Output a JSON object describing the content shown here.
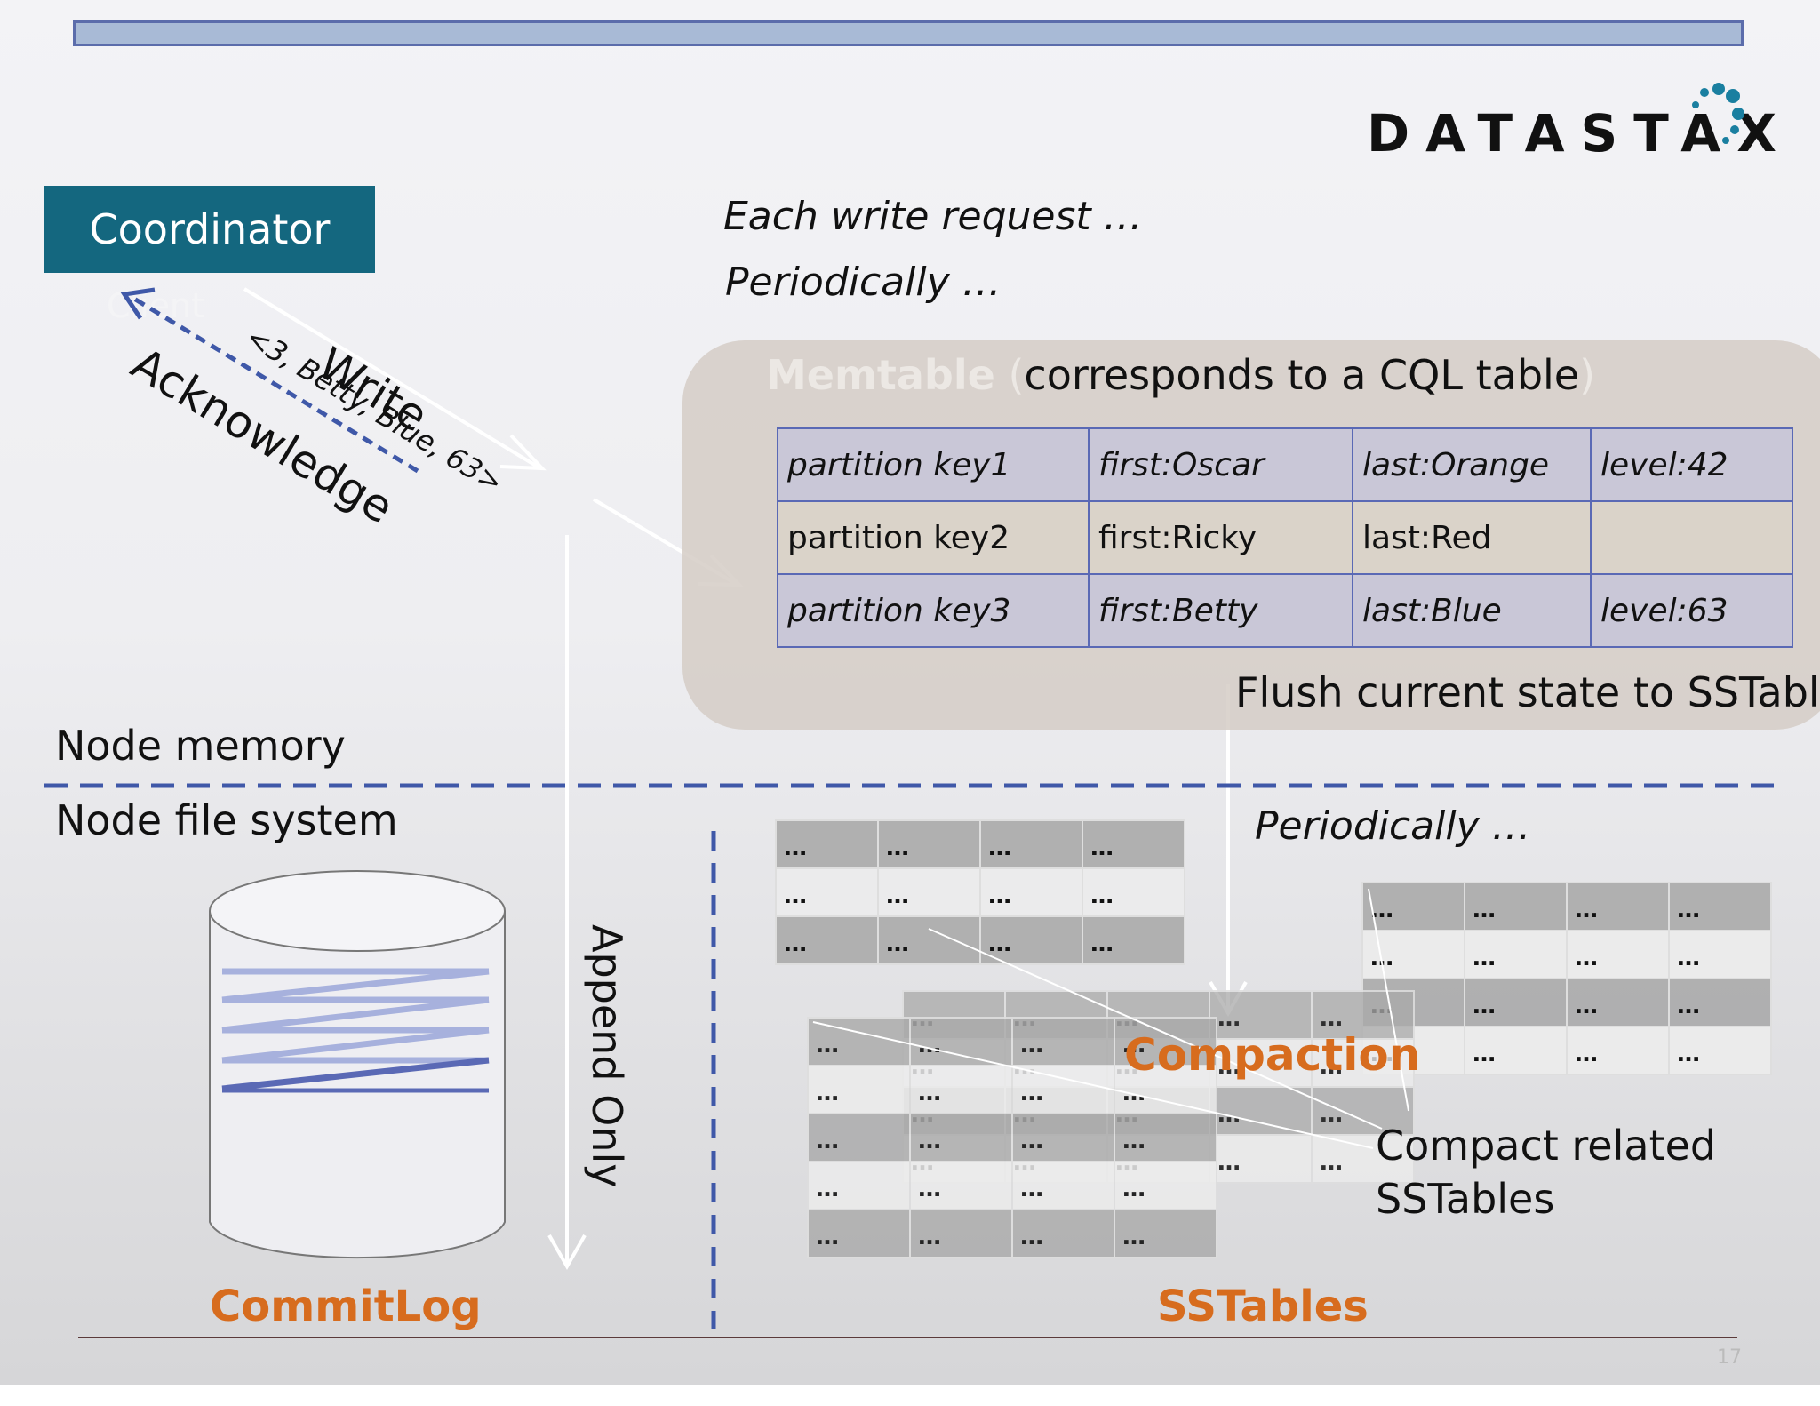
{
  "header": {
    "logo_text": "DATASTAX"
  },
  "coordinator": {
    "label": "Coordinator"
  },
  "client": {
    "label": "Client"
  },
  "arrows": {
    "write": "Write",
    "write_payload": "<3, Betty, Blue, 63>",
    "acknowledge": "Acknowledge",
    "append_only": "Append Only"
  },
  "notes": {
    "each_write": "Each write request …",
    "periodically_top": "Periodically …",
    "periodically_bottom": "Periodically …",
    "flush": "Flush current state to SSTable",
    "compact_related_line1": "Compact related",
    "compact_related_line2": "SSTables",
    "compaction": "Compaction"
  },
  "memtable": {
    "title_ghost": "Memtable",
    "open_paren": "(",
    "title": "corresponds to a CQL table",
    "close_paren": ")",
    "rows": [
      [
        "partition key1",
        "first:Oscar",
        "last:Orange",
        "level:42"
      ],
      [
        "partition key2",
        "first:Ricky",
        "last:Red",
        ""
      ],
      [
        "partition key3",
        "first:Betty",
        "last:Blue",
        "level:63"
      ]
    ]
  },
  "regions": {
    "memory": "Node memory",
    "file_system": "Node file system"
  },
  "labels": {
    "commitlog": "CommitLog",
    "sstables": "SSTables"
  },
  "sstable_cell": "…",
  "footer": {
    "page_number": "17"
  },
  "colors": {
    "coordinator": "#14677f",
    "accent": "#d76c1e",
    "dash": "#3f58a8",
    "top_bar": "#a8bad6"
  }
}
